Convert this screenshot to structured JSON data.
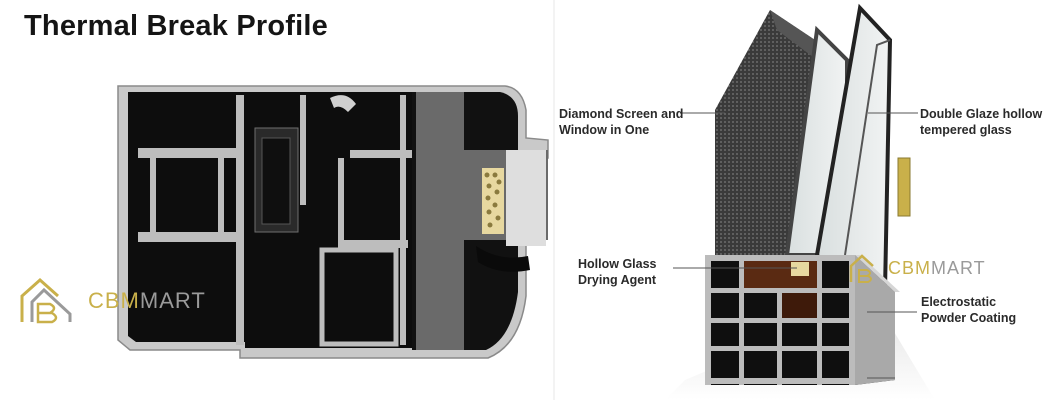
{
  "left_panel": {
    "title": "Thermal Break Profile",
    "brand": {
      "part1": "CBM",
      "part2": "MART"
    }
  },
  "right_panel": {
    "brand": {
      "part1": "CBM",
      "part2": "MART"
    },
    "labels": {
      "diamond_screen": {
        "line1": "Diamond Screen and",
        "line2": "Window in One"
      },
      "double_glaze": {
        "line1": "Double Glaze hollow",
        "line2": "tempered glass"
      },
      "drying_agent": {
        "line1": "Hollow Glass",
        "line2": "Drying Agent"
      },
      "powder_coating": {
        "line1": "Electrostatic",
        "line2": "Powder Coating"
      }
    }
  },
  "colors": {
    "profile_black": "#0d0d0d",
    "aluminium": "#c7c7c7",
    "brand_gold": "#c9b04a",
    "brand_gray": "#9a9a9a"
  },
  "icons": [
    "cbmmart-logo-icon"
  ]
}
